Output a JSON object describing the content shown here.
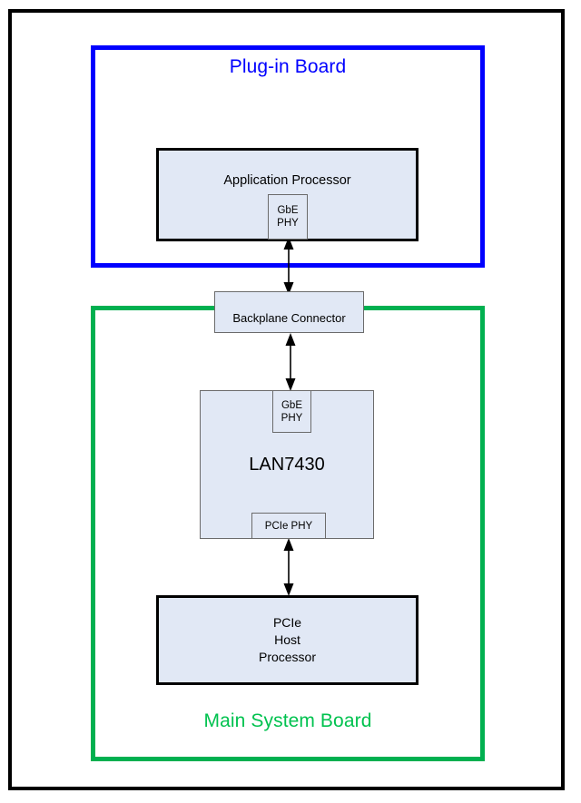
{
  "diagram": {
    "title_plugin_board": "Plug-in Board",
    "title_main_system_board": "Main System Board",
    "colors": {
      "plugin_board_border": "#0000FF",
      "plugin_board_title": "#0000FF",
      "main_board_border": "#00B050",
      "main_board_title": "#00C24F",
      "block_fill": "#E1E8F5",
      "block_border_heavy": "#000000",
      "block_border_thin": "#6B6B6B",
      "outer_frame": "#000000",
      "arrow": "#000000"
    },
    "blocks": {
      "application_processor": "Application Processor",
      "gbe_phy_app": "GbE\nPHY",
      "backplane_connector": "Backplane Connector",
      "gbe_phy_lan": "GbE\nPHY",
      "lan7430": "LAN7430",
      "pcie_phy": "PCIe PHY",
      "pcie_host_processor": "PCIe\nHost\nProcessor"
    },
    "connections": [
      {
        "name": "ap-gbe-to-backplane",
        "from": "GbE PHY (Application Processor)",
        "to": "Backplane Connector",
        "style": "double-headed-arrow"
      },
      {
        "name": "backplane-to-lan-gbe",
        "from": "Backplane Connector",
        "to": "GbE PHY (LAN7430)",
        "style": "double-headed-arrow"
      },
      {
        "name": "pcie-phy-to-host",
        "from": "PCIe PHY (LAN7430)",
        "to": "PCIe Host Processor",
        "style": "double-headed-arrow"
      }
    ]
  }
}
